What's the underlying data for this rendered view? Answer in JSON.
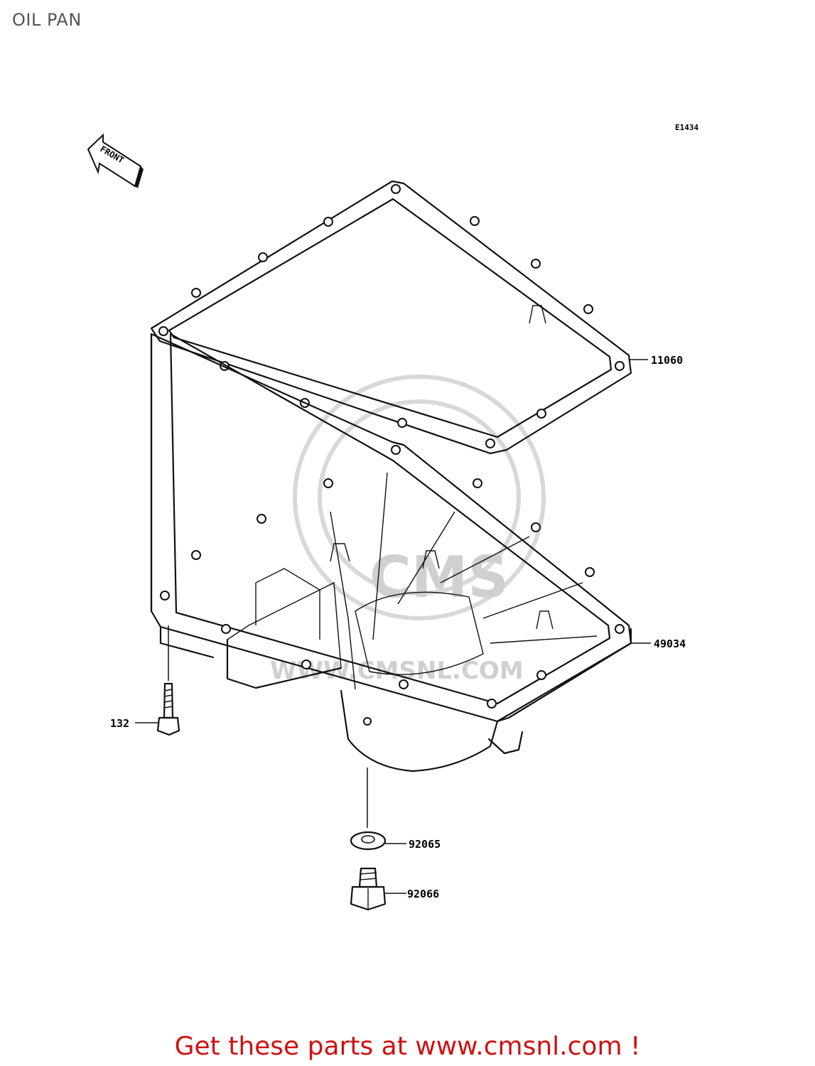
{
  "page": {
    "title": "OIL PAN",
    "diagram_ref": "E1434",
    "front_label": "FRONT"
  },
  "parts": [
    {
      "id": "gasket",
      "number": "11060"
    },
    {
      "id": "oil-pan",
      "number": "49034"
    },
    {
      "id": "bolt",
      "number": "132"
    },
    {
      "id": "washer",
      "number": "92065"
    },
    {
      "id": "drain-plug",
      "number": "92066"
    }
  ],
  "watermark": {
    "brand": "CMS",
    "url": "WWW.CMSNL.COM"
  },
  "footer": {
    "link_text": "Get these parts at www.cmsnl.com !"
  },
  "colors": {
    "title": "#555555",
    "footer_link": "#d01010",
    "line_art": "#111111",
    "watermark": "#d8d8d8"
  }
}
